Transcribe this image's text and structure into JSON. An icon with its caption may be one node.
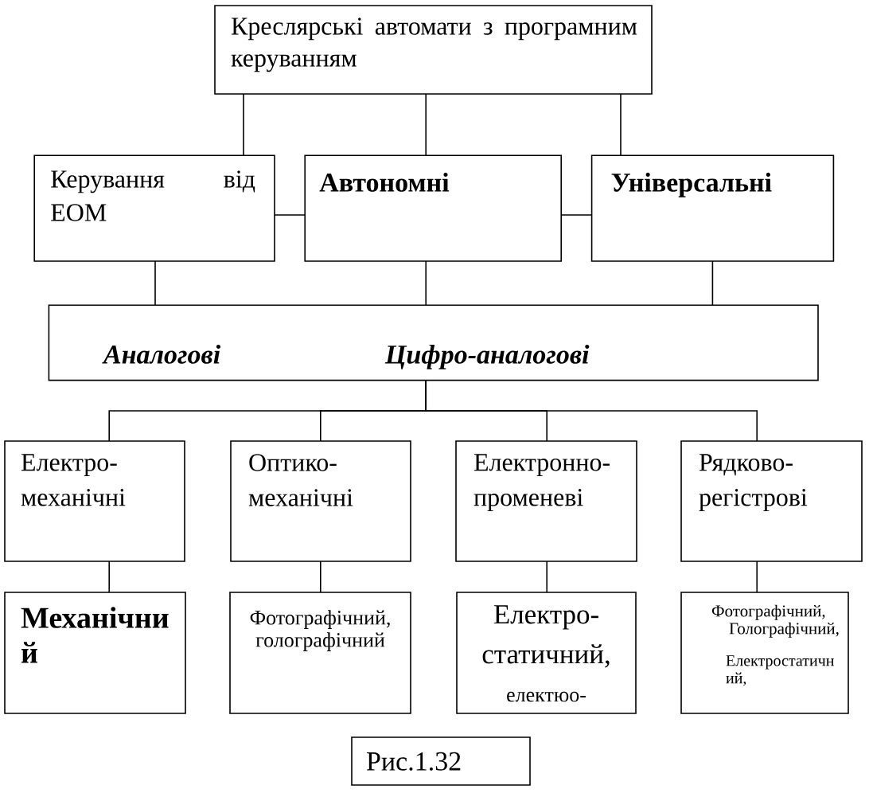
{
  "diagram": {
    "caption": "Рис.1.32",
    "nodes": [
      {
        "text": [
          "Креслярські автомати з програмним керуванням"
        ]
      },
      {
        "text": [
          "Керування від ЕОМ"
        ]
      },
      {
        "text": [
          "Автономні"
        ]
      },
      {
        "text": [
          "Універсальні"
        ]
      },
      {
        "text": [
          "Аналогові",
          "Цифро-аналогові"
        ]
      },
      {
        "text": [
          "Електро- механічні"
        ]
      },
      {
        "text": [
          "Оптико- механічні"
        ]
      },
      {
        "text": [
          "Електронно- променеві"
        ]
      },
      {
        "text": [
          "Рядково- регістрові"
        ]
      },
      {
        "text": [
          "Механічни й"
        ]
      },
      {
        "text": [
          "Фотографічний, голографічний"
        ]
      },
      {
        "text": [
          "Електро- статичний,",
          "електюо-"
        ]
      },
      {
        "text": [
          "Фотографічний, Голографічний,",
          "Електростатичн ий,"
        ]
      }
    ],
    "edges": [
      {
        "from": 0,
        "to": 1,
        "arrow": "none"
      },
      {
        "from": 0,
        "to": 2,
        "arrow": "none"
      },
      {
        "from": 0,
        "to": 3,
        "arrow": "none"
      },
      {
        "from": 1,
        "to": 2,
        "arrow": "none"
      },
      {
        "from": 2,
        "to": 3,
        "arrow": "none"
      },
      {
        "from": 1,
        "to": 4,
        "arrow": "none"
      },
      {
        "from": 2,
        "to": 4,
        "arrow": "none"
      },
      {
        "from": 3,
        "to": 4,
        "arrow": "none"
      },
      {
        "from": 4,
        "to": 5,
        "arrow": "none"
      },
      {
        "from": 4,
        "to": 6,
        "arrow": "none"
      },
      {
        "from": 4,
        "to": 7,
        "arrow": "none"
      },
      {
        "from": 4,
        "to": 8,
        "arrow": "none"
      },
      {
        "from": 5,
        "to": 9,
        "arrow": "none"
      },
      {
        "from": 6,
        "to": 10,
        "arrow": "none"
      },
      {
        "from": 7,
        "to": 11,
        "arrow": "none"
      },
      {
        "from": 8,
        "to": 12,
        "arrow": "none"
      }
    ]
  }
}
